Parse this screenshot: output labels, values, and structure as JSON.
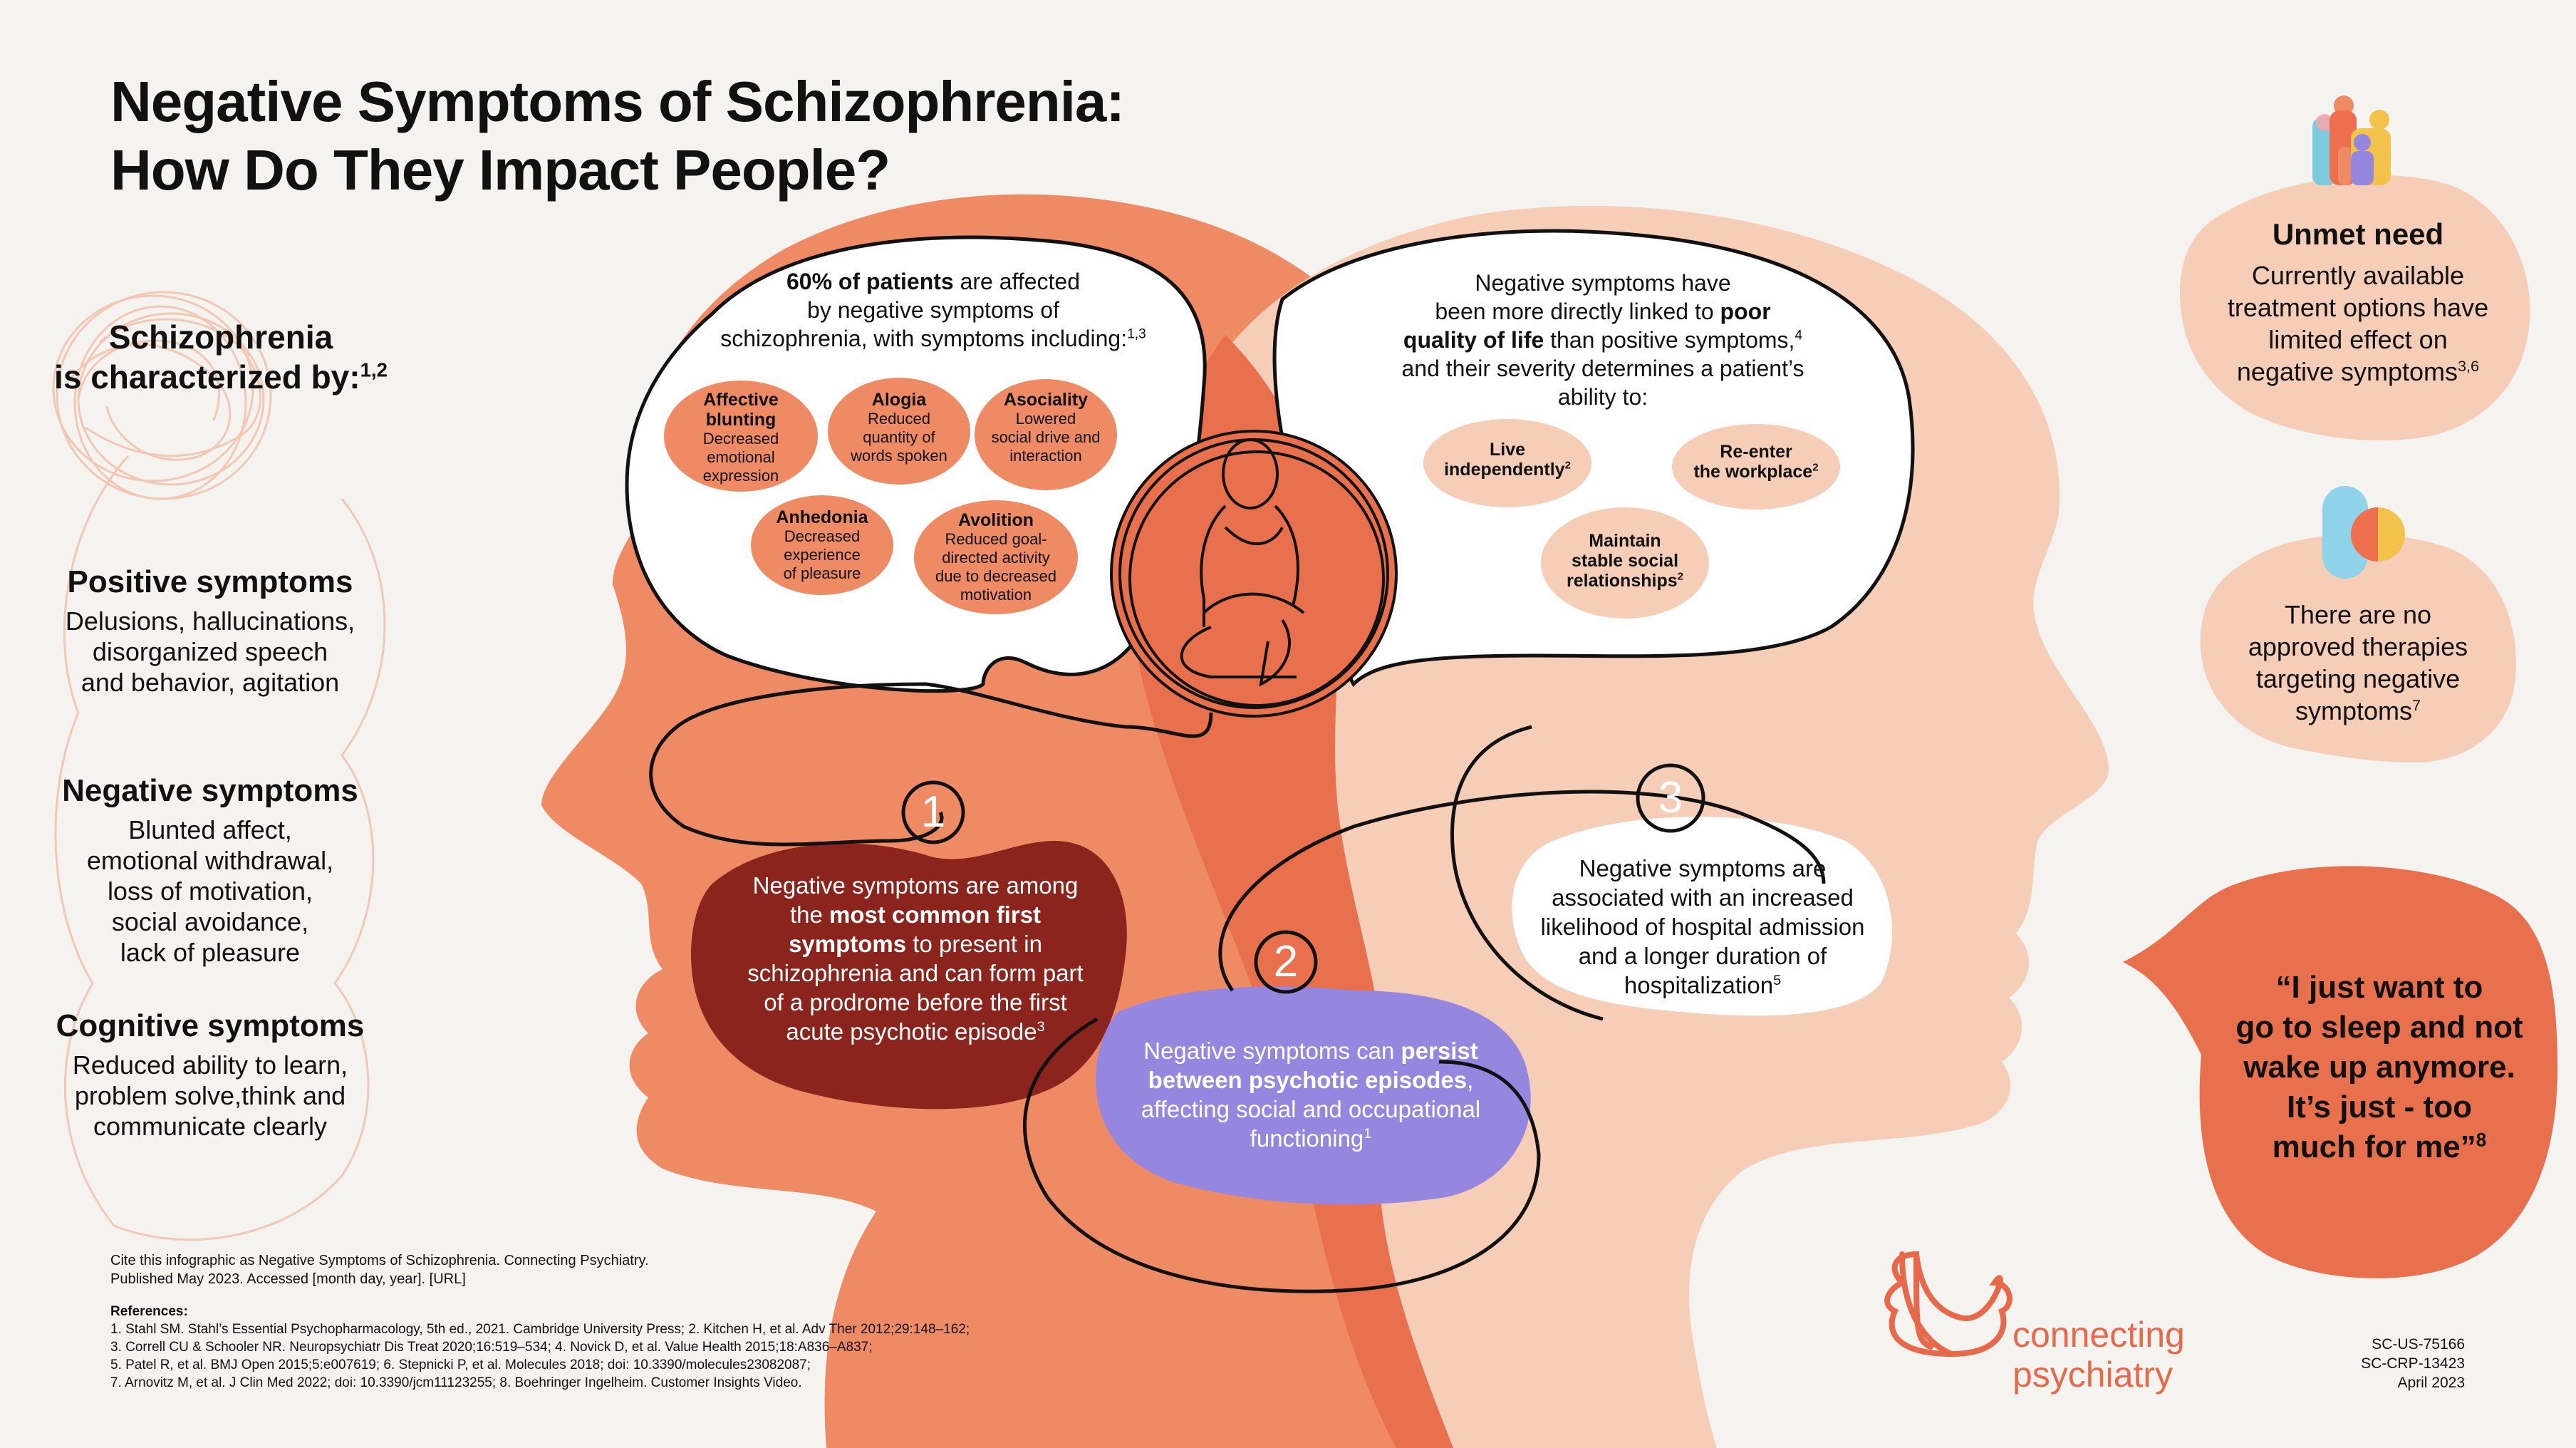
{
  "title": {
    "line1": "Negative Symptoms of Schizophrenia:",
    "line2": "How Do They Impact People?"
  },
  "characterized": {
    "line1": "Schizophrenia",
    "line2": "is characterized by:",
    "sup": "1,2"
  },
  "positive": {
    "heading": "Positive symptoms",
    "lines": [
      "Delusions, hallucinations,",
      "disorganized speech",
      "and behavior, agitation"
    ]
  },
  "negative": {
    "heading": "Negative symptoms",
    "lines": [
      "Blunted affect,",
      "emotional withdrawal,",
      "loss of motivation,",
      "social avoidance,",
      "lack of pleasure"
    ]
  },
  "cognitive": {
    "heading": "Cognitive symptoms",
    "lines": [
      "Reduced ability to learn,",
      "problem solve,think and",
      "communicate clearly"
    ]
  },
  "intro": {
    "bold": "60% of patients",
    "rest1": " are affected",
    "line2": "by negative symptoms of",
    "line3": "schizophrenia, with symptoms including:",
    "sup": "1,3"
  },
  "pills": [
    {
      "title": [
        "Affective",
        "blunting"
      ],
      "text": [
        "Decreased",
        "emotional",
        "expression"
      ]
    },
    {
      "title": [
        "Alogia"
      ],
      "text": [
        "Reduced",
        "quantity of",
        "words spoken"
      ]
    },
    {
      "title": [
        "Asociality"
      ],
      "text": [
        "Lowered",
        "social drive and",
        "interaction"
      ]
    },
    {
      "title": [
        "Anhedonia"
      ],
      "text": [
        "Decreased",
        "experience",
        "of pleasure"
      ]
    },
    {
      "title": [
        "Avolition"
      ],
      "text": [
        "Reduced goal-",
        "directed activity",
        "due to decreased",
        "motivation"
      ]
    }
  ],
  "qol": {
    "line1": "Negative symptoms have",
    "line2a": "been more directly linked to ",
    "line2b": "poor",
    "line3a": "quality of life",
    "line3b": " than positive symptoms,",
    "sup3": "4",
    "line4": "and their severity determines a patient’s",
    "line5": "ability to:"
  },
  "abilities": [
    {
      "lines": [
        "Live",
        "independently"
      ],
      "sup": "2"
    },
    {
      "lines": [
        "Re-enter",
        "the workplace"
      ],
      "sup": "2"
    },
    {
      "lines": [
        "Maintain",
        "stable social",
        "relationships"
      ],
      "sup": "2"
    }
  ],
  "point1": {
    "number": "1",
    "l1": "Negative symptoms are among",
    "l2a": "the ",
    "l2b": "most common first",
    "l3a": "symptoms",
    "l3b": " to present in",
    "l4": "schizophrenia and can form part",
    "l5": "of a prodrome before the first",
    "l6": "acute psychotic episode",
    "sup": "3"
  },
  "point2": {
    "number": "2",
    "l1a": "Negative symptoms can ",
    "l1b": "persist",
    "l2a": "between psychotic episodes",
    "l2b": ",",
    "l3": "affecting social and occupational",
    "l4": "functioning",
    "sup": "1"
  },
  "point3": {
    "number": "3",
    "lines": [
      "Negative symptoms are",
      "associated with an increased",
      "likelihood of hospital admission",
      "and a longer duration of",
      "hospitalization"
    ],
    "sup": "5"
  },
  "unmet": {
    "heading": "Unmet need",
    "lines": [
      "Currently available",
      "treatment options have",
      "limited effect on",
      "negative symptoms"
    ],
    "sup": "3,6"
  },
  "therapies": {
    "lines": [
      "There are no",
      "approved therapies",
      "targeting negative",
      "symptoms"
    ],
    "sup": "7"
  },
  "quote": {
    "lines": [
      "“I just want to",
      "go to sleep and not",
      "wake up anymore.",
      "It’s just - too",
      "much for me”"
    ],
    "sup": "8"
  },
  "cite": {
    "lines": [
      "Cite this infographic as Negative Symptoms of Schizophrenia. Connecting Psychiatry.",
      "Published May 2023. Accessed [month day, year]. [URL]"
    ]
  },
  "references": {
    "heading": "References:",
    "lines": [
      "1. Stahl SM. Stahl’s Essential Psychopharmacology, 5th ed., 2021. Cambridge University Press; 2. Kitchen H, et al. Adv Ther 2012;29:148–162;",
      "3. Correll CU & Schooler NR. Neuropsychiatr Dis Treat 2020;16:519–534; 4. Novick D, et al. Value Health 2015;18:A836–A837;",
      "5. Patel R, et al. BMJ Open 2015;5:e007619; 6. Stepnicki P, et al. Molecules 2018; doi: 10.3390/molecules23082087;",
      "7. Arnovitz M, et al. J Clin Med 2022; doi: 10.3390/jcm11123255; 8. Boehringer Ingelheim. Customer Insights Video."
    ]
  },
  "brand": {
    "line1": "connecting",
    "line2": "psychiatry"
  },
  "codes": [
    "SC-US-75166",
    "SC-CRP-13423",
    "April 2023"
  ],
  "colors": {
    "background": "#f5f3ef",
    "orange": "#ee8b64",
    "deep_orange": "#e9704d",
    "peach": "#f6cdb7",
    "maroon": "#8b241d",
    "lavender": "#9586e0",
    "brand": "#e8694a"
  }
}
